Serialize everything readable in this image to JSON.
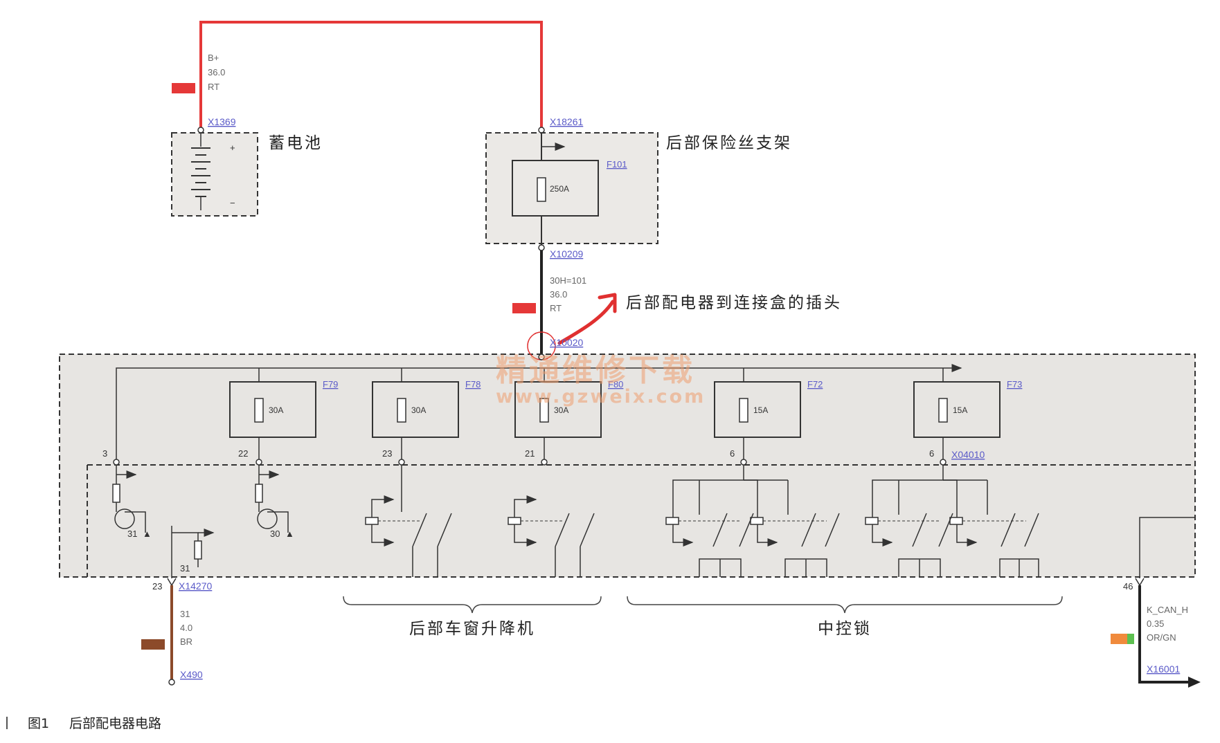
{
  "battery": {
    "connector": "X1369",
    "wire": [
      "B+",
      "36.0",
      "RT"
    ],
    "plus": "+",
    "minus": "−",
    "label": "蓄电池"
  },
  "fuse_holder": {
    "connector_top": "X18261",
    "fuse_id": "F101",
    "fuse_rating": "250A",
    "connector_bottom": "X10209",
    "label": "后部保险丝支架"
  },
  "feed_wire": [
    "30H=101",
    "36.0",
    "RT"
  ],
  "annotation": {
    "connector": "X10020",
    "label": "后部配电器到连接盒的插头"
  },
  "fuses": [
    {
      "id": "F79",
      "rating": "30A",
      "pin": "22"
    },
    {
      "id": "F78",
      "rating": "30A",
      "pin": "23"
    },
    {
      "id": "F80",
      "rating": "30A",
      "pin": "21"
    },
    {
      "id": "F72",
      "rating": "15A",
      "pin": "6"
    },
    {
      "id": "F73",
      "rating": "15A",
      "pin": "6"
    }
  ],
  "left_pin": "3",
  "distributor_connector": "X04010",
  "relay_area": {
    "lamp1_label": "31",
    "lamp2_label": "30",
    "ground_label": "31",
    "ground_pin": "23",
    "ground_connector": "X14270",
    "ground_wire": [
      "31",
      "4.0",
      "BR"
    ],
    "ground_end": "X490",
    "can_pin": "46",
    "can_wire": [
      "K_CAN_H",
      "0.35",
      "OR/GN"
    ],
    "can_connector": "X16001"
  },
  "groups": {
    "windows": "后部车窗升降机",
    "central_lock": "中控锁"
  },
  "watermark": {
    "line1": "精通维修下载",
    "line2": "www.gzweix.com"
  },
  "caption": {
    "number": "图1",
    "text": "后部配电器电路"
  },
  "colors": {
    "red_wire": "#e53838",
    "brown_wire": "#8c4a2a",
    "panel_fill": "#e7e5e2",
    "can_orange": "#f08a3c",
    "can_green": "#5cc050"
  }
}
